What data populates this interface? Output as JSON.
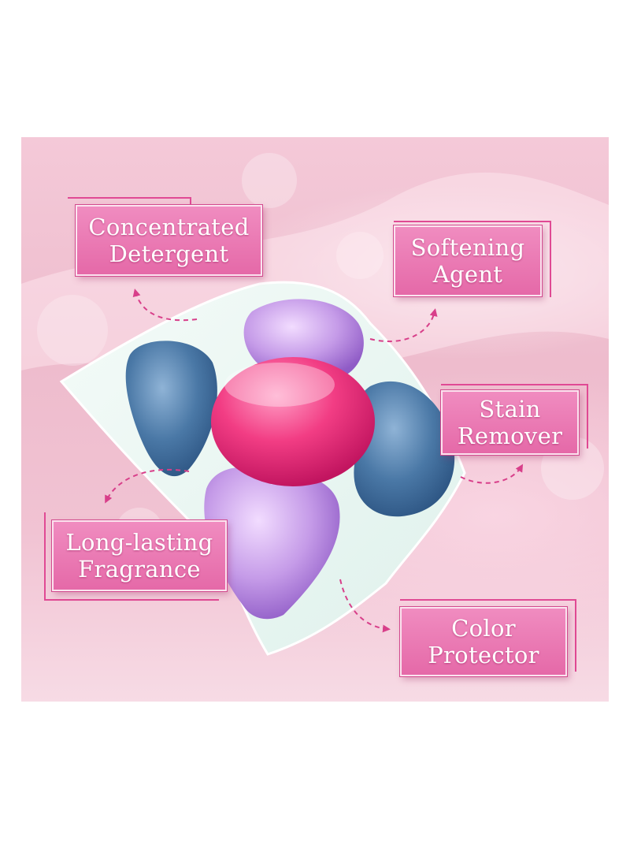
{
  "labels": {
    "concentrated_detergent": {
      "line1": "Concentrated",
      "line2": "Detergent"
    },
    "softening_agent": {
      "line1": "Softening",
      "line2": "Agent"
    },
    "stain_remover": {
      "line1": "Stain",
      "line2": "Remover"
    },
    "long_lasting_fragrance": {
      "line1": "Long-lasting",
      "line2": "Fragrance"
    },
    "color_protector": {
      "line1": "Color",
      "line2": "Protector"
    }
  },
  "colors": {
    "label_fill": "#e96aaa",
    "accent": "#e04a94",
    "arrow": "#d83f8a",
    "pod_blue": "#3f6f9f",
    "pod_pink": "#e8337f",
    "pod_purple": "#b07ad8"
  }
}
